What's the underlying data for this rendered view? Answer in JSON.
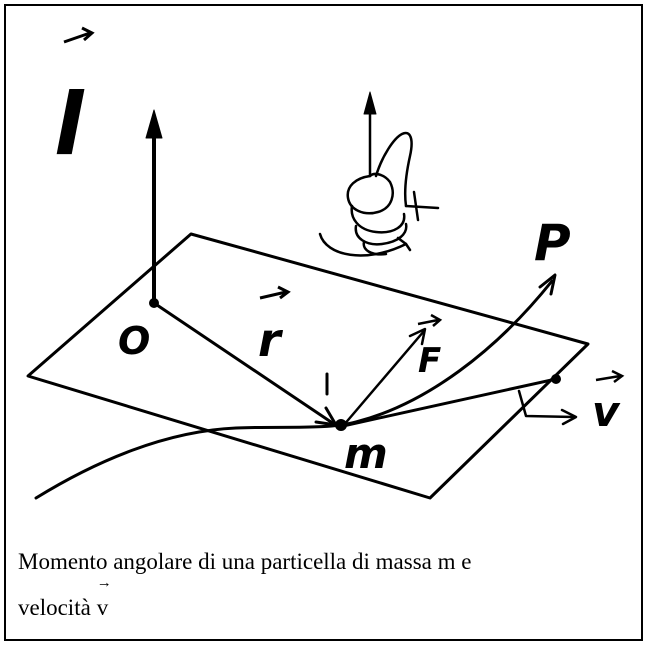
{
  "figure": {
    "labels": {
      "angular_momentum": "l",
      "origin": "O",
      "position": "r",
      "force": "F",
      "point_p": "P",
      "particle": "m",
      "velocity": "v"
    },
    "icons": [
      "right-hand-rule-icon"
    ],
    "colors": {
      "ink": "#000000",
      "background": "#ffffff"
    }
  },
  "caption": {
    "line1": "Momento angolare di una particella di massa m e",
    "line2_text": "velocità",
    "line2_symbol": "v",
    "line2_arrow": "→"
  }
}
